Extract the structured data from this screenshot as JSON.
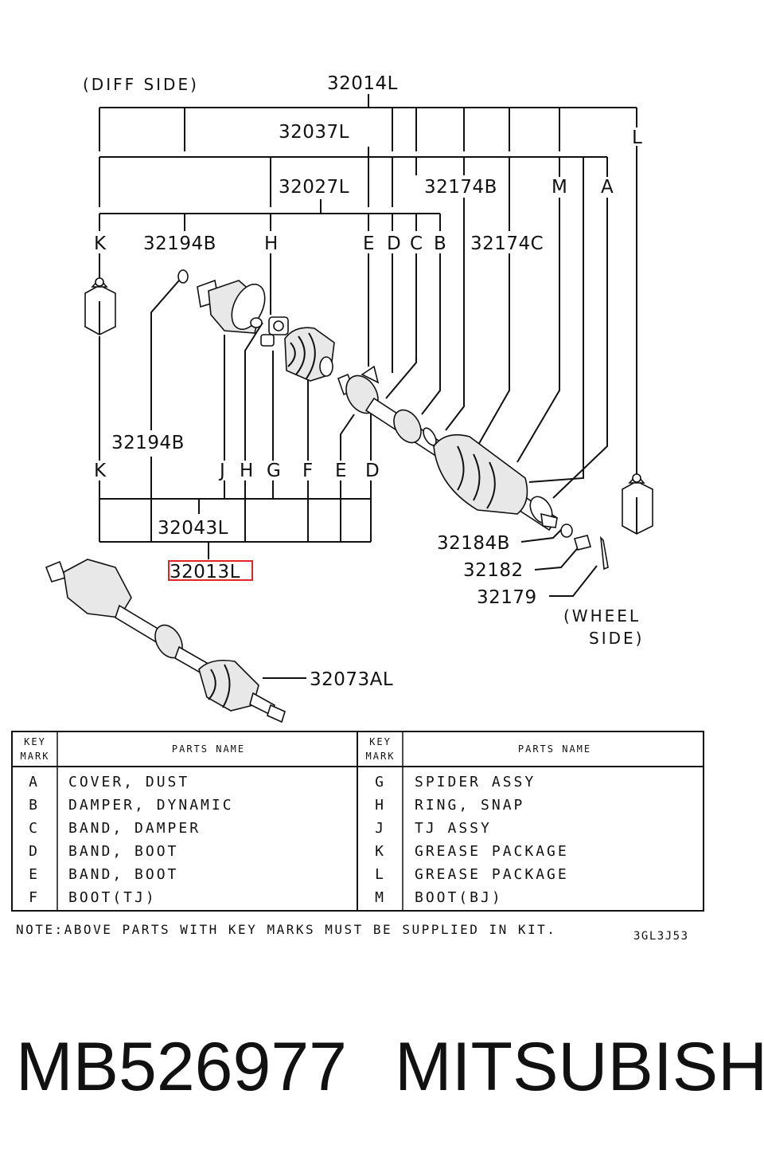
{
  "diagram": {
    "side_labels": {
      "diff_side": "(DIFF SIDE)",
      "wheel_side_1": "(WHEEL",
      "wheel_side_2": "SIDE)"
    },
    "part_numbers": {
      "p32014L": "32014L",
      "p32037L": "32037L",
      "p32027L": "32027L",
      "p32174B": "32174B",
      "p32174C": "32174C",
      "p32194B_top": "32194B",
      "p32194B_bottom": "32194B",
      "p32043L": "32043L",
      "p32013L": "32013L",
      "p32184B": "32184B",
      "p32182": "32182",
      "p32179": "32179",
      "p32073AL": "32073AL"
    },
    "key_letters_top": {
      "K": "K",
      "H": "H",
      "E": "E",
      "D": "D",
      "C": "C",
      "B": "B",
      "M": "M",
      "A": "A",
      "L": "L"
    },
    "key_letters_bottom": {
      "K": "K",
      "J": "J",
      "H": "H",
      "G": "G",
      "F": "F",
      "E": "E",
      "D": "D"
    },
    "highlight_color": "#e0262b"
  },
  "table": {
    "header": {
      "key_mark_1": "KEY",
      "key_mark_2": "MARK",
      "parts_name": "PARTS NAME"
    },
    "left_rows": [
      {
        "key": "A",
        "name": "COVER, DUST"
      },
      {
        "key": "B",
        "name": "DAMPER, DYNAMIC"
      },
      {
        "key": "C",
        "name": "BAND, DAMPER"
      },
      {
        "key": "D",
        "name": "BAND, BOOT"
      },
      {
        "key": "E",
        "name": "BAND, BOOT"
      },
      {
        "key": "F",
        "name": "BOOT(TJ)"
      }
    ],
    "right_rows": [
      {
        "key": "G",
        "name": "SPIDER ASSY"
      },
      {
        "key": "H",
        "name": "RING, SNAP"
      },
      {
        "key": "J",
        "name": "TJ ASSY"
      },
      {
        "key": "K",
        "name": "GREASE PACKAGE"
      },
      {
        "key": "L",
        "name": "GREASE PACKAGE"
      },
      {
        "key": "M",
        "name": "BOOT(BJ)"
      }
    ],
    "note": "NOTE:ABOVE PARTS WITH KEY MARKS MUST BE SUPPLIED IN KIT.",
    "figure_code": "3GL3J53"
  },
  "footer": {
    "part_number": "MB526977",
    "brand": "MITSUBISHI"
  }
}
